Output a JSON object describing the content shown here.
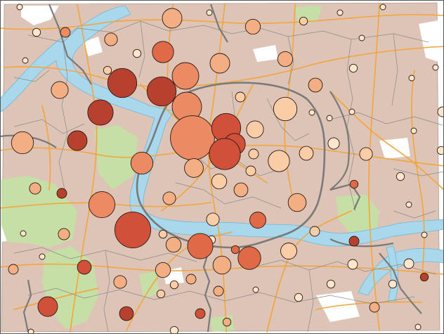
{
  "map": {
    "colors": {
      "land": "#ddc4b6",
      "water": "#a9d8ec",
      "river_outline": "#6cb8da",
      "park": "#c6dfa6",
      "street": "#f4a53a",
      "district_border": "#8a8a8a",
      "city_boundary": "#7a7a7a",
      "background": "#ffffff"
    },
    "bubble_palette": [
      "#fee6cc",
      "#fbcda6",
      "#f3ae84",
      "#ec8a63",
      "#e06a48",
      "#d0503a",
      "#b8402e"
    ],
    "bubbles": [
      {
        "value": 1,
        "level": 0
      },
      {
        "value": 1,
        "level": 0
      },
      {
        "value": 1,
        "level": 0
      },
      {
        "value": 1,
        "level": 0
      },
      {
        "value": 3,
        "level": 3
      },
      {
        "value": 12,
        "level": 2
      },
      {
        "value": 7,
        "level": 2
      },
      {
        "value": 2,
        "level": 1
      },
      {
        "value": 5,
        "level": 2
      },
      {
        "value": 2,
        "level": 0
      },
      {
        "value": 14,
        "level": 4
      },
      {
        "value": 26,
        "level": 6
      },
      {
        "value": 22,
        "level": 3
      },
      {
        "value": 12,
        "level": 2
      },
      {
        "value": 26,
        "level": 6
      },
      {
        "value": 20,
        "level": 6
      },
      {
        "value": 9,
        "level": 2
      },
      {
        "value": 2,
        "level": 1
      },
      {
        "value": 1,
        "level": 0
      },
      {
        "value": 2,
        "level": 0
      },
      {
        "value": 17,
        "level": 1
      },
      {
        "value": 3,
        "level": 1
      },
      {
        "value": 6,
        "level": 2
      },
      {
        "value": 2,
        "level": 0
      },
      {
        "value": 1,
        "level": 0
      },
      {
        "value": 1,
        "level": 0
      },
      {
        "value": 7,
        "level": 2
      },
      {
        "value": 9,
        "level": 1
      },
      {
        "value": 3,
        "level": 1
      },
      {
        "value": 4,
        "level": 0
      },
      {
        "value": 1,
        "level": 0
      },
      {
        "value": 1,
        "level": 0
      },
      {
        "value": 15,
        "level": 2
      },
      {
        "value": 12,
        "level": 6
      },
      {
        "value": 27,
        "level": 3
      },
      {
        "value": 60,
        "level": 3
      },
      {
        "value": 26,
        "level": 5
      },
      {
        "value": 14,
        "level": 1
      },
      {
        "value": 14,
        "level": 5
      },
      {
        "value": 6,
        "level": 1
      },
      {
        "value": 1,
        "level": 0
      },
      {
        "value": 5,
        "level": 1
      },
      {
        "value": 15,
        "level": 3
      },
      {
        "value": 11,
        "level": 2
      },
      {
        "value": 3,
        "level": 1
      },
      {
        "value": 1,
        "level": 0
      },
      {
        "value": 2,
        "level": 0
      },
      {
        "value": 30,
        "level": 5
      },
      {
        "value": 7,
        "level": 1
      },
      {
        "value": 6,
        "level": 2
      },
      {
        "value": 10,
        "level": 2
      },
      {
        "value": 5,
        "level": 2
      },
      {
        "value": 21,
        "level": 3
      },
      {
        "value": 3,
        "level": 6
      },
      {
        "value": 4,
        "level": 2
      },
      {
        "value": 1,
        "level": 0
      },
      {
        "value": 4,
        "level": 2
      },
      {
        "value": 2,
        "level": 1
      },
      {
        "value": 5,
        "level": 1
      },
      {
        "value": 8,
        "level": 4
      },
      {
        "value": 40,
        "level": 5
      },
      {
        "value": 7,
        "level": 2
      },
      {
        "value": 2,
        "level": 0
      },
      {
        "value": 2,
        "level": 4
      },
      {
        "value": 20,
        "level": 4
      },
      {
        "value": 10,
        "level": 2
      },
      {
        "value": 16,
        "level": 4
      },
      {
        "value": 8,
        "level": 1
      },
      {
        "value": 3,
        "level": 1
      },
      {
        "value": 2,
        "level": 4
      },
      {
        "value": 1,
        "level": 0
      },
      {
        "value": 3,
        "level": 2
      },
      {
        "value": 6,
        "level": 5
      },
      {
        "value": 7,
        "level": 2
      },
      {
        "value": 3,
        "level": 2
      },
      {
        "value": 5,
        "level": 2
      },
      {
        "value": 2,
        "level": 1
      },
      {
        "value": 2,
        "level": 1
      },
      {
        "value": 6,
        "level": 6
      },
      {
        "value": 3,
        "level": 2
      },
      {
        "value": 1,
        "level": 0
      },
      {
        "value": 2,
        "level": 0
      },
      {
        "value": 3,
        "level": 6
      },
      {
        "value": 2,
        "level": 0
      },
      {
        "value": 3,
        "level": 0
      },
      {
        "value": 12,
        "level": 5
      },
      {
        "value": 3,
        "level": 5
      },
      {
        "value": 2,
        "level": 2
      },
      {
        "value": 3,
        "level": 2
      },
      {
        "value": 2,
        "level": 6
      },
      {
        "value": 1,
        "level": 0
      },
      {
        "value": 2,
        "level": 0
      },
      {
        "value": 3,
        "level": 0
      },
      {
        "value": 1,
        "level": 0
      },
      {
        "value": 2,
        "level": 0
      },
      {
        "value": 3,
        "level": 0
      },
      {
        "value": 1,
        "level": 0
      },
      {
        "value": 1,
        "level": 0
      },
      {
        "value": 2,
        "level": 0
      },
      {
        "value": 1,
        "level": 0
      }
    ]
  }
}
